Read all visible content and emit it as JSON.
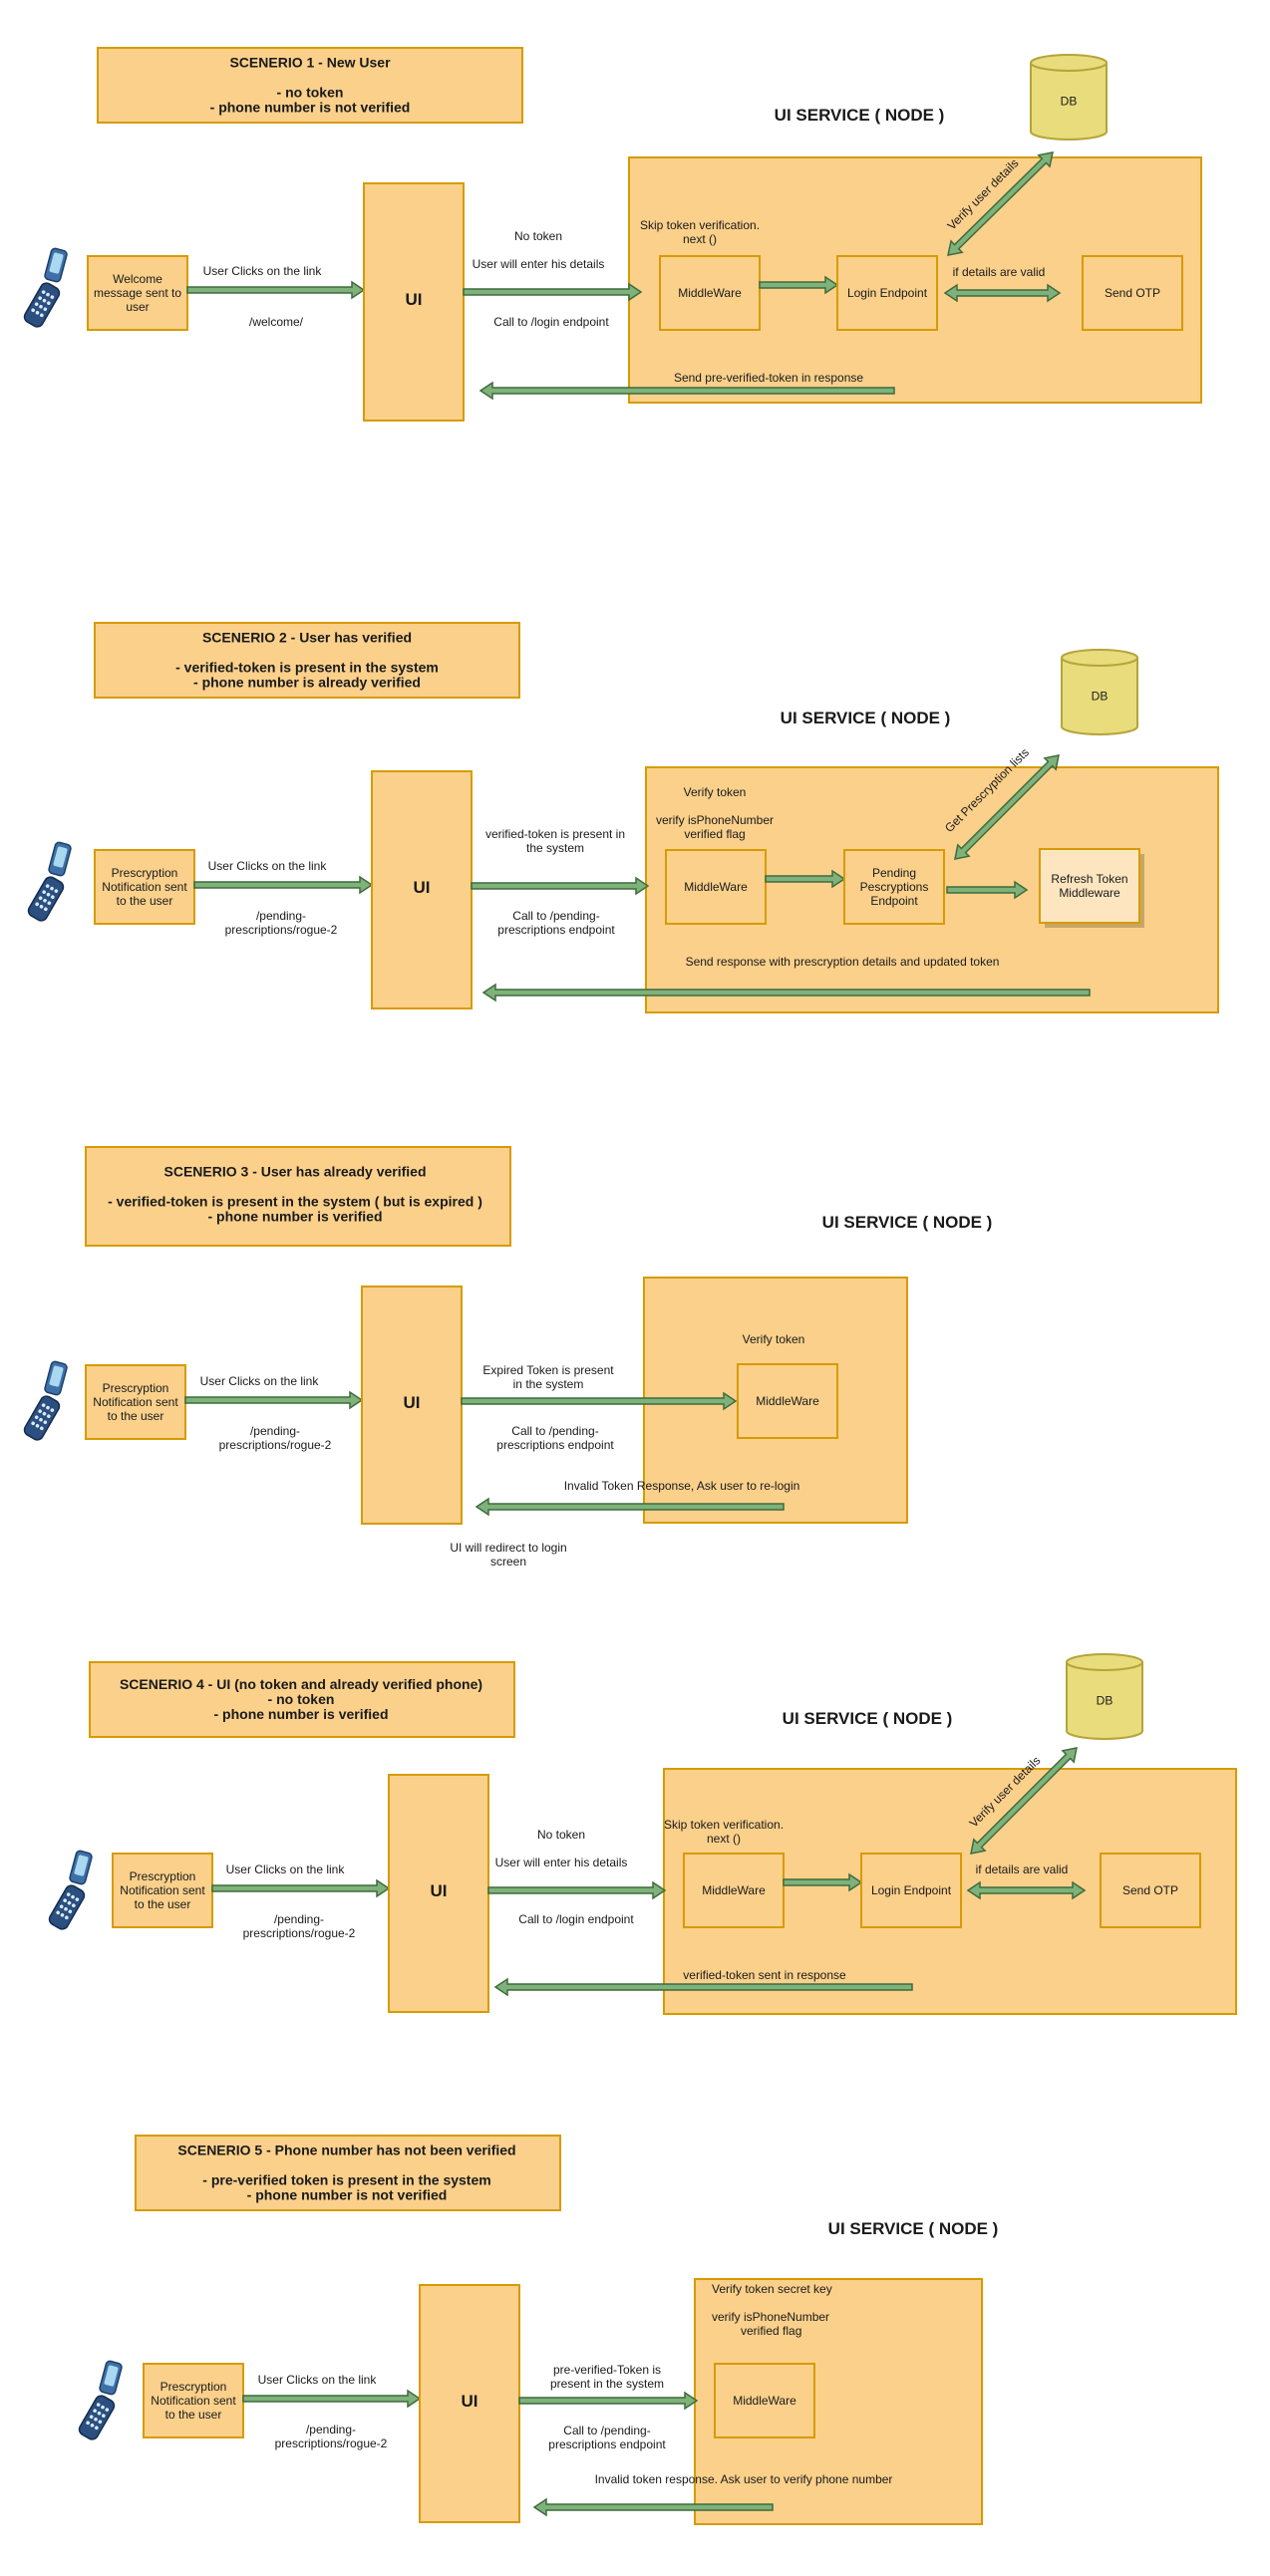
{
  "colors": {
    "box_fill": "#fad08b",
    "box_stroke": "#d79b00",
    "arrow_fill": "#7eb27a",
    "db_fill": "#e8dc7c",
    "db_stroke": "#b5a439"
  },
  "scenarios": [
    {
      "note": [
        "SCENERIO 1 - New User",
        "",
        "- no token",
        "- phone number is not verified"
      ],
      "service_title": "UI SERVICE ( NODE )",
      "start_box": [
        "Welcome",
        "message sent to",
        "user"
      ],
      "click_label": "User Clicks on the link",
      "path_label": [
        "/welcome/"
      ],
      "ui_label": "UI",
      "ui_to_service_above": [
        "No token",
        "",
        "User will enter his details"
      ],
      "ui_to_service_below": [
        "Call to /login endpoint"
      ],
      "middleware_note": [
        "Skip token verification.",
        "next ()"
      ],
      "middleware": "MiddleWare",
      "endpoint": [
        "Login Endpoint"
      ],
      "db": "DB",
      "diag_label": "Verify user details",
      "third_box": "Send OTP",
      "third_label": "if details are valid",
      "response": "Send pre-verified-token in response"
    },
    {
      "note": [
        "SCENERIO 2 - User has verified",
        "",
        "- verified-token is present in the system",
        "- phone number is already verified"
      ],
      "service_title": "UI SERVICE ( NODE )",
      "start_box": [
        "Prescryption",
        "Notification sent",
        "to the user"
      ],
      "click_label": "User Clicks on the link",
      "path_label": [
        "/pending-",
        "prescriptions/rogue-2"
      ],
      "ui_label": "UI",
      "ui_to_service_above": [
        "verified-token is present in",
        "the system"
      ],
      "ui_to_service_below": [
        "Call to /pending-",
        "prescriptions endpoint"
      ],
      "middleware_note": [
        "Verify token",
        "",
        "verify isPhoneNumber",
        "verified flag"
      ],
      "middleware": "MiddleWare",
      "endpoint": [
        "Pending",
        "Pescryptions",
        "Endpoint"
      ],
      "db": "DB",
      "diag_label": "Get Prescryption lists",
      "third_box": [
        "Refresh Token",
        "Middleware"
      ],
      "response": "Send response with prescryption details and updated token"
    },
    {
      "note": [
        "SCENERIO 3 - User has already verified",
        "",
        "- verified-token is present in the system ( but is expired )",
        "- phone number is verified"
      ],
      "service_title": "UI SERVICE ( NODE )",
      "start_box": [
        "Prescryption",
        "Notification sent",
        "to the user"
      ],
      "click_label": "User Clicks on the link",
      "path_label": [
        "/pending-",
        "prescriptions/rogue-2"
      ],
      "ui_label": "UI",
      "ui_to_service_above": [
        "Expired Token is present",
        "in the system"
      ],
      "ui_to_service_below": [
        "Call to /pending-",
        "prescriptions endpoint"
      ],
      "middleware_note": [
        "Verify token"
      ],
      "middleware": "MiddleWare",
      "response": "Invalid Token Response, Ask user to re-login",
      "redirect": [
        "UI will redirect to login",
        "screen"
      ]
    },
    {
      "note": [
        "SCENERIO 4 - UI (no token and already verified phone)",
        "- no token",
        "- phone number is  verified"
      ],
      "service_title": "UI SERVICE ( NODE )",
      "start_box": [
        "Prescryption",
        "Notification sent",
        "to the user"
      ],
      "click_label": "User Clicks on the link",
      "path_label": [
        "/pending-",
        "prescriptions/rogue-2"
      ],
      "ui_label": "UI",
      "ui_to_service_above": [
        "No token",
        "",
        "User will enter his details"
      ],
      "ui_to_service_below": [
        "Call to /login endpoint"
      ],
      "middleware_note": [
        "Skip token verification.",
        "next ()"
      ],
      "middleware": "MiddleWare",
      "endpoint": [
        "Login Endpoint"
      ],
      "db": "DB",
      "diag_label": "Verify user details",
      "third_box": "Send OTP",
      "third_label": "if details are valid",
      "response": "verified-token sent in response"
    },
    {
      "note": [
        "SCENERIO 5 - Phone number has not been verified",
        "",
        "- pre-verified token is present in the system",
        "- phone number is not verified"
      ],
      "service_title": "UI SERVICE ( NODE )",
      "start_box": [
        "Prescryption",
        "Notification sent",
        "to the user"
      ],
      "click_label": "User Clicks on the link",
      "path_label": [
        "/pending-",
        "prescriptions/rogue-2"
      ],
      "ui_label": "UI",
      "ui_to_service_above": [
        "pre-verified-Token is",
        "present in the system"
      ],
      "ui_to_service_below": [
        "Call to /pending-",
        "prescriptions endpoint"
      ],
      "middleware_note": [
        "Verify token secret key",
        "",
        "verify isPhoneNumber",
        "verified flag"
      ],
      "middleware": "MiddleWare",
      "response": "Invalid token response. Ask user to verify phone number"
    }
  ]
}
